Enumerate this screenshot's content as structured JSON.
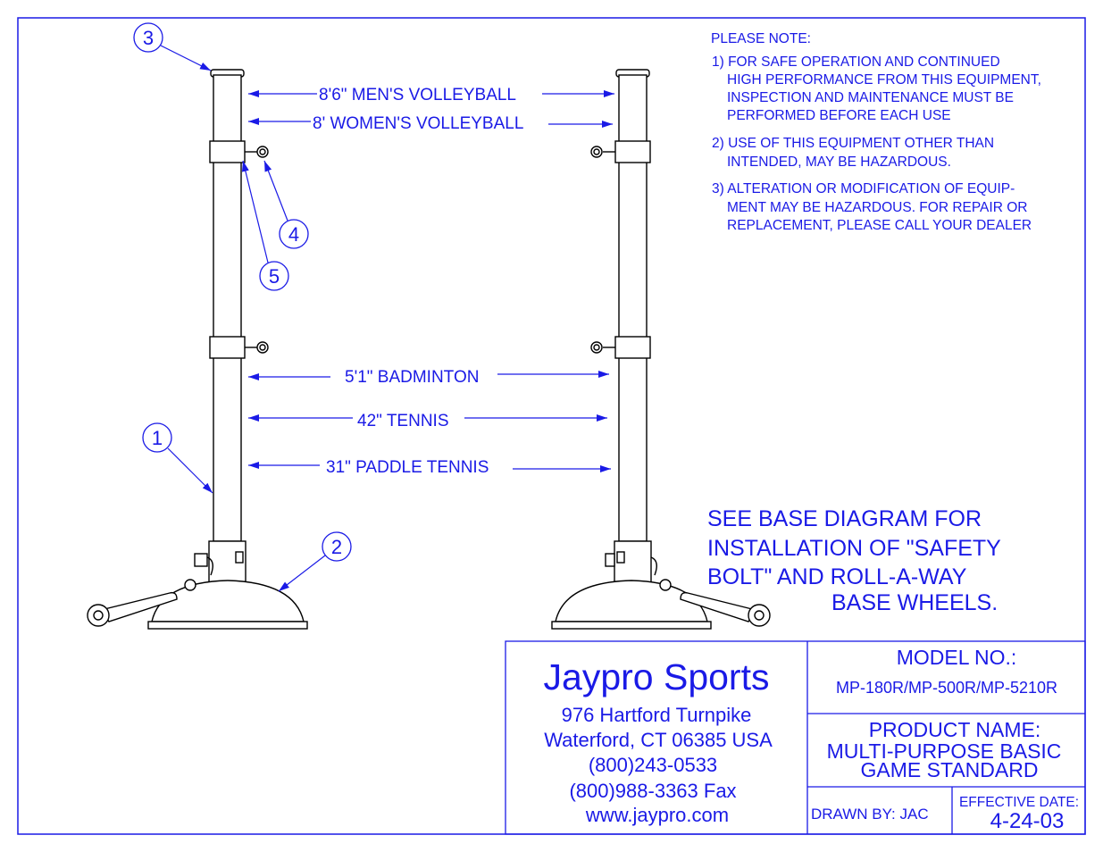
{
  "callouts": [
    "1",
    "2",
    "3",
    "4",
    "5"
  ],
  "dimensions": {
    "mens_volleyball": "8'6\" MEN'S VOLLEYBALL",
    "womens_volleyball": "8' WOMEN'S VOLLEYBALL",
    "badminton": "5'1\" BADMINTON",
    "tennis": "42\" TENNIS",
    "paddle_tennis": "31\" PADDLE TENNIS"
  },
  "notes": {
    "heading": "PLEASE NOTE:",
    "lines": [
      "1) FOR SAFE OPERATION AND CONTINUED",
      "HIGH PERFORMANCE FROM THIS EQUIPMENT,",
      "INSPECTION AND MAINTENANCE MUST BE",
      "PERFORMED BEFORE EACH USE",
      "2) USE OF THIS EQUIPMENT OTHER THAN",
      "INTENDED, MAY BE HAZARDOUS.",
      "3) ALTERATION OR MODIFICATION OF EQUIP-",
      "MENT MAY BE HAZARDOUS.  FOR REPAIR OR",
      "REPLACEMENT, PLEASE CALL YOUR DEALER"
    ]
  },
  "base_note": [
    "SEE BASE DIAGRAM FOR",
    "INSTALLATION OF \"SAFETY",
    "BOLT\" AND ROLL-A-WAY",
    "BASE WHEELS."
  ],
  "title_block": {
    "company": "Jaypro Sports",
    "address_lines": [
      "976 Hartford Turnpike",
      "Waterford, CT 06385 USA",
      "(800)243-0533",
      "(800)988-3363 Fax",
      "www.jaypro.com"
    ],
    "model_label": "MODEL NO.:",
    "model_value": "MP-180R/MP-500R/MP-5210R",
    "product_label": "PRODUCT NAME:",
    "product_lines": [
      "MULTI-PURPOSE BASIC",
      "GAME STANDARD"
    ],
    "drawn_by": "DRAWN BY: JAC",
    "effective_label": "EFFECTIVE DATE:",
    "effective_value": "4-24-03"
  },
  "colors": {
    "ink": "#1a1ae6",
    "line": "#000000"
  }
}
